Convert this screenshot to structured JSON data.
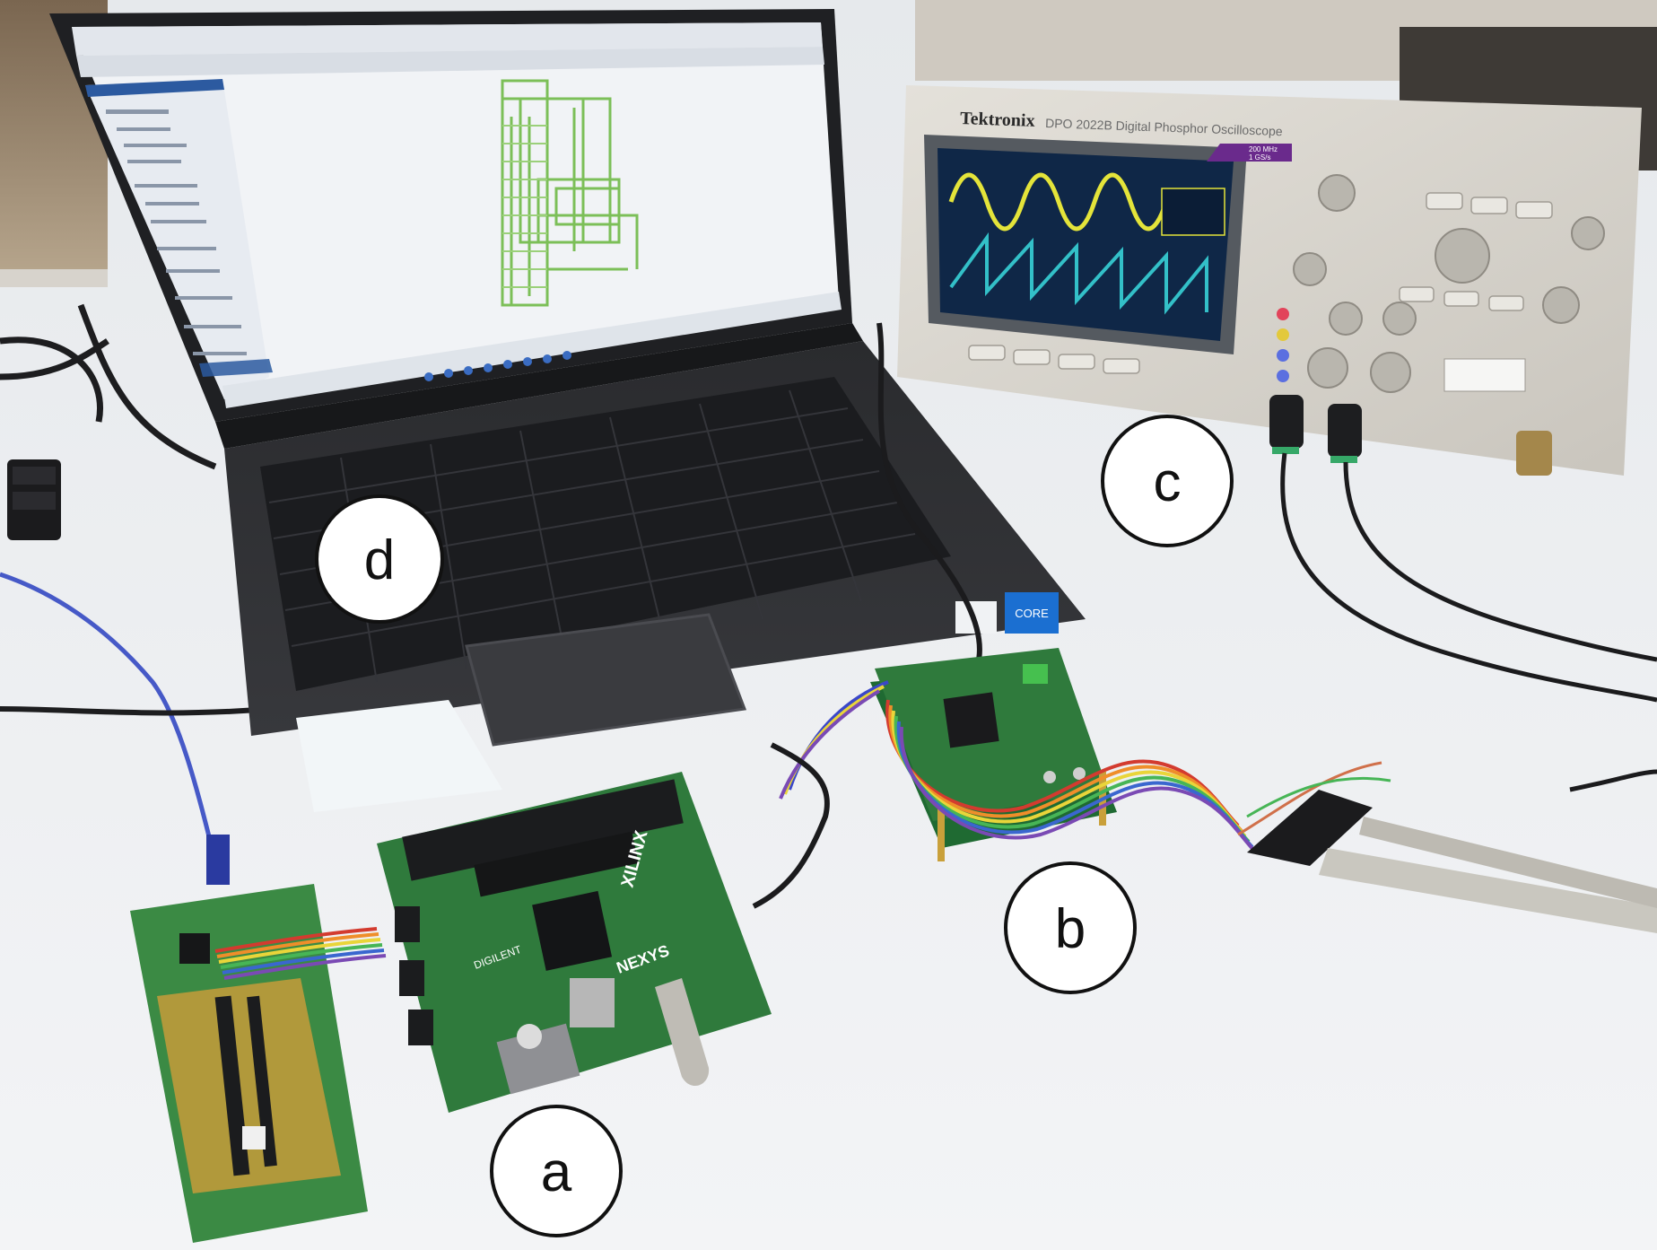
{
  "labels": {
    "a": "a",
    "b": "b",
    "c": "c",
    "d": "d"
  },
  "oscilloscope": {
    "brand": "Tektronix",
    "model": "DPO 2022B Digital Phosphor Oscilloscope",
    "bandwidth": "200 MHz",
    "sample_rate": "1 GS/s"
  },
  "fpga_board": {
    "vendor": "XILINX",
    "name": "NEXYS",
    "sub": "DIGILENT"
  },
  "laptop": {
    "intel_badge": "CORE"
  },
  "colors": {
    "table": "#eef0f2",
    "laptop_body": "#2b2c2f",
    "screen": "#f4f5f7",
    "pcb_green": "#2f7a3c",
    "scope_body": "#d9d6cf",
    "trace_yellow": "#e4e43a",
    "trace_cyan": "#33c0c8"
  }
}
